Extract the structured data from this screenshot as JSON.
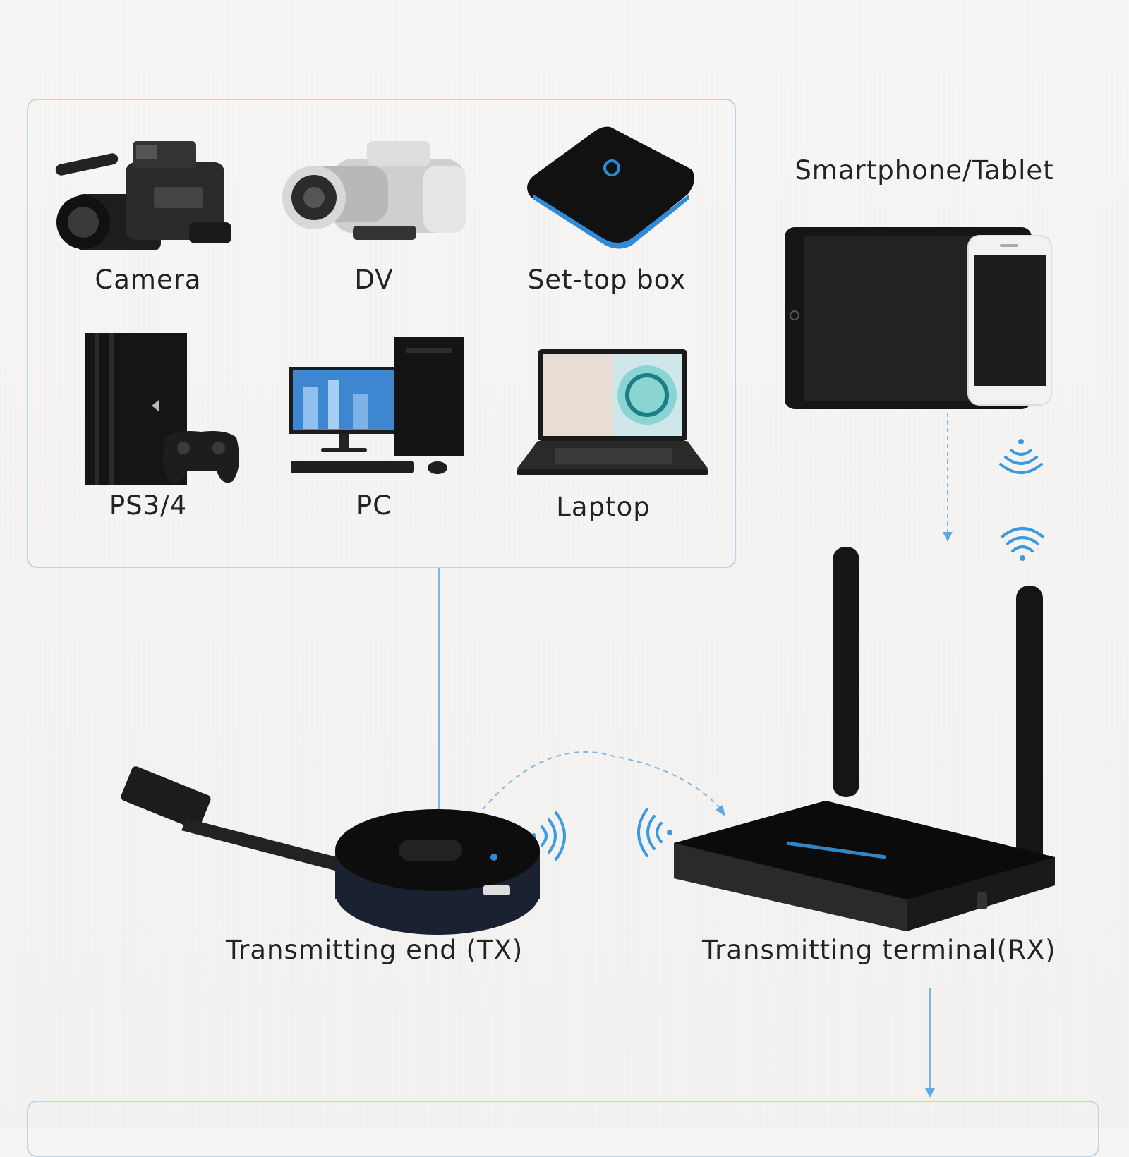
{
  "sources": {
    "items": [
      {
        "label": "Camera",
        "icon": "camcorder-icon"
      },
      {
        "label": "DV",
        "icon": "handycam-icon"
      },
      {
        "label": "Set-top box",
        "icon": "settop-box-icon"
      },
      {
        "label": "PS3/4",
        "icon": "game-console-icon"
      },
      {
        "label": "PC",
        "icon": "desktop-pc-icon"
      },
      {
        "label": "Laptop",
        "icon": "laptop-icon"
      }
    ]
  },
  "mobile": {
    "label": "Smartphone/Tablet",
    "icon": "tablet-phone-icon"
  },
  "tx": {
    "label": "Transmitting end (TX)",
    "icon": "hdmi-dongle-icon"
  },
  "rx": {
    "label": "Transmitting terminal(RX)",
    "icon": "receiver-box-icon"
  },
  "colors": {
    "accent": "#5fa8e6",
    "box_border": "#b9d4ec",
    "wifi": "#3b9be0"
  }
}
